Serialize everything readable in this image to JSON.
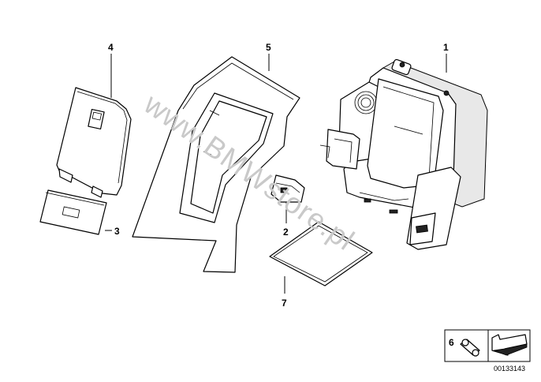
{
  "callouts": [
    "1",
    "2",
    "3",
    "4",
    "5",
    "6",
    "7"
  ],
  "watermark": "www.BMWstore.pl",
  "catalog_number": "00133143"
}
